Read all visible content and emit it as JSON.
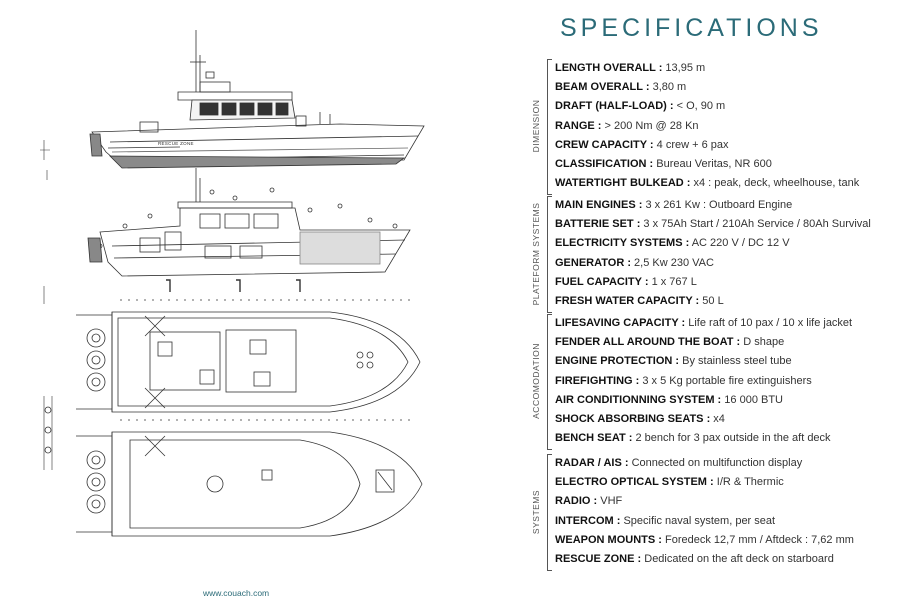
{
  "title": "SPECIFICATIONS",
  "footer_url": "www.couach.com",
  "boat_label": "RESCUE ZONE",
  "groups": [
    {
      "name": "DIMENSION",
      "rows": [
        {
          "label": "LENGTH OVERALL :",
          "value": " 13,95 m"
        },
        {
          "label": "BEAM OVERALL :",
          "value": " 3,80 m"
        },
        {
          "label": "DRAFT (HALF-LOAD) :",
          "value": " < O, 90 m"
        },
        {
          "label": "RANGE :",
          "value": " > 200 Nm @ 28 Kn"
        },
        {
          "label": "CREW CAPACITY :",
          "value": " 4 crew + 6 pax"
        },
        {
          "label": "CLASSIFICATION :",
          "value": " Bureau Veritas, NR 600"
        },
        {
          "label": "WATERTIGHT BULKEAD :",
          "value": " x4 : peak, deck, wheelhouse, tank"
        }
      ]
    },
    {
      "name": "PLATEFORM SYSTEMS",
      "rows": [
        {
          "label": "MAIN ENGINES :",
          "value": " 3 x 261 Kw :  Outboard Engine"
        },
        {
          "label": "BATTERIE SET :",
          "value": " 3 x 75Ah Start / 210Ah Service / 80Ah Survival"
        },
        {
          "label": "ELECTRICITY SYSTEMS :",
          "value": " AC 220 V / DC 12 V"
        },
        {
          "label": "GENERATOR :",
          "value": " 2,5 Kw 230 VAC"
        },
        {
          "label": "FUEL CAPACITY :",
          "value": " 1 x 767 L"
        },
        {
          "label": "FRESH WATER CAPACITY :",
          "value": " 50 L"
        }
      ]
    },
    {
      "name": "ACCOMODATION",
      "rows": [
        {
          "label": "LIFESAVING CAPACITY :",
          "value": " Life raft of 10 pax / 10 x life jacket"
        },
        {
          "label": "FENDER ALL AROUND THE BOAT :",
          "value": " D shape"
        },
        {
          "label": "ENGINE PROTECTION :",
          "value": " By stainless steel tube"
        },
        {
          "label": "FIREFIGHTING :",
          "value": " 3 x 5 Kg portable fire extinguishers"
        },
        {
          "label": "AIR CONDITIONNING SYSTEM :",
          "value": " 16 000 BTU"
        },
        {
          "label": "SHOCK ABSORBING SEATS :",
          "value": " x4"
        },
        {
          "label": "BENCH SEAT :",
          "value": " 2 bench for 3 pax outside in the aft deck"
        }
      ]
    },
    {
      "name": "SYSTEMS",
      "rows": [
        {
          "label": "RADAR / AIS :",
          "value": " Connected on multifunction display"
        },
        {
          "label": "ELECTRO OPTICAL SYSTEM :",
          "value": " I/R & Thermic"
        },
        {
          "label": "RADIO :",
          "value": " VHF"
        },
        {
          "label": "INTERCOM :",
          "value": " Specific naval system, per seat"
        },
        {
          "label": "WEAPON MOUNTS :",
          "value": " Foredeck 12,7 mm / Aftdeck : 7,62 mm"
        },
        {
          "label": "RESCUE ZONE :",
          "value": " Dedicated on the aft deck on starboard"
        }
      ]
    }
  ]
}
